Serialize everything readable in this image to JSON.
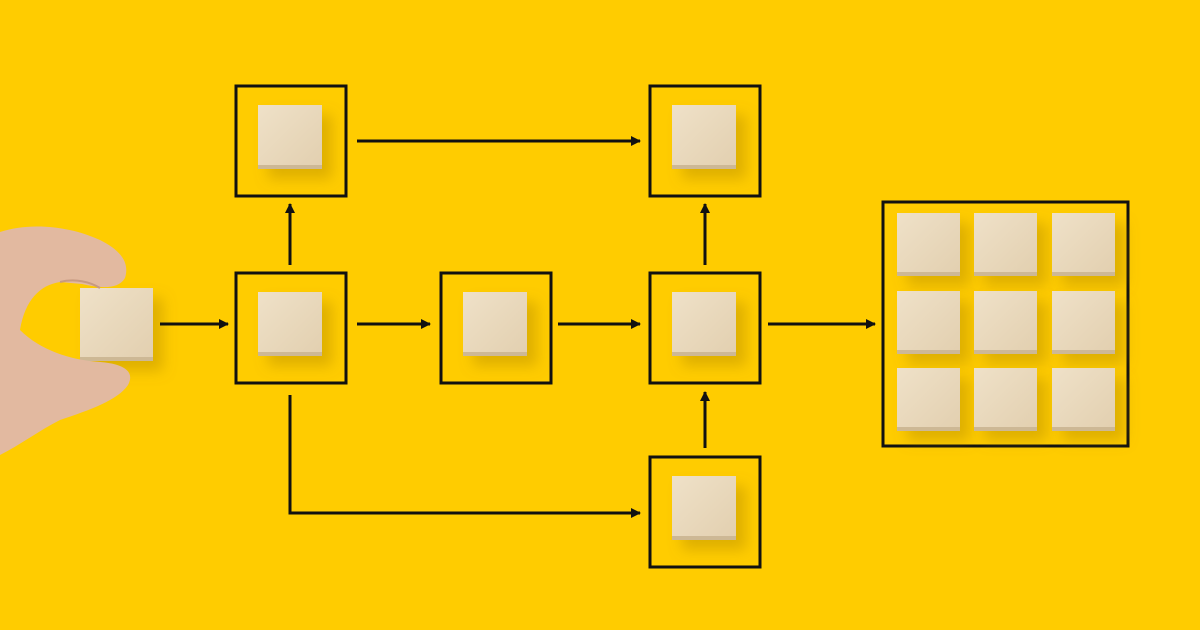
{
  "colors": {
    "background": "#FFCC00",
    "line": "#111111",
    "block_face": "#EAD9BE",
    "block_edge": "#CDB895",
    "skin": "#E2B9A0"
  },
  "diagram": {
    "description_nodes": [
      "start-block",
      "node-b",
      "node-a",
      "node-c",
      "node-d",
      "node-e",
      "node-f",
      "result-grid"
    ],
    "grid_rows": 3,
    "grid_cols": 3
  }
}
